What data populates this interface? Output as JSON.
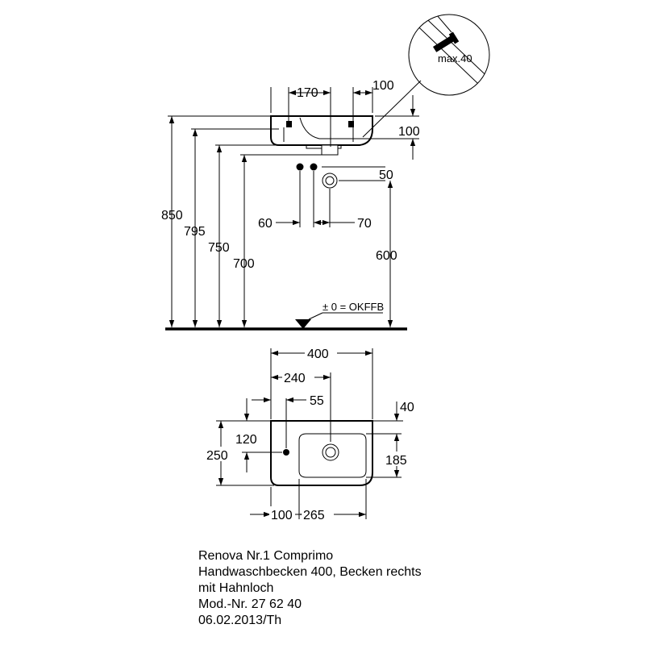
{
  "detail": {
    "label": "max.40"
  },
  "side_view": {
    "dims": {
      "w170": "170",
      "w100_top": "100",
      "h100_right": "100",
      "h50": "50",
      "h850": "850",
      "h795": "795",
      "h750": "750",
      "h700": "700",
      "h600": "600",
      "d60": "60",
      "d70": "70"
    },
    "floor_label": "± 0 = OKFFB"
  },
  "top_view": {
    "dims": {
      "w400": "400",
      "w240": "240",
      "w55": "55",
      "w40": "40",
      "h120": "120",
      "h250": "250",
      "h185": "185",
      "w100": "100",
      "w265": "265"
    }
  },
  "info": {
    "line1": "Renova Nr.1 Comprimo",
    "line2": "Handwaschbecken 400, Becken rechts",
    "line3": "mit Hahnloch",
    "line4": "Mod.-Nr. 27 62 40",
    "line5": "06.02.2013/Th"
  }
}
